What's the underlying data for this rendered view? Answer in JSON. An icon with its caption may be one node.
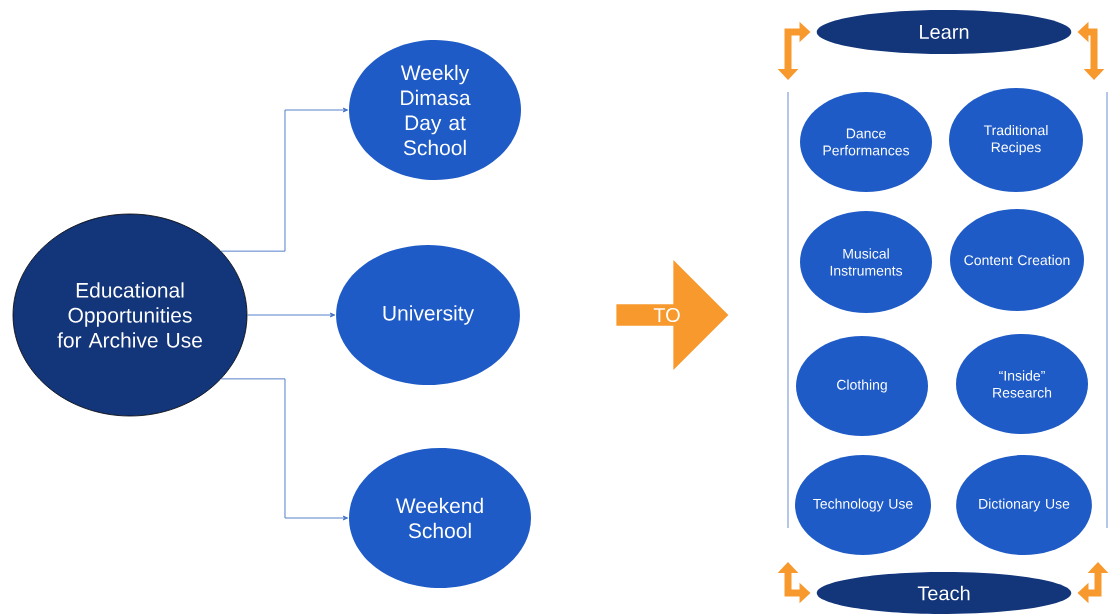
{
  "diagram": {
    "nodes": [
      {
        "text": [
          "Educational Opportunities for Archive Use"
        ]
      },
      {
        "text": [
          "Weekly Dimasa Day at School"
        ]
      },
      {
        "text": [
          "University"
        ]
      },
      {
        "text": [
          "Weekend School"
        ]
      },
      {
        "text": [
          "TO"
        ]
      },
      {
        "text": [
          "Learn"
        ]
      },
      {
        "text": [
          "Dance Performances"
        ]
      },
      {
        "text": [
          "Traditional Recipes"
        ]
      },
      {
        "text": [
          "Musical Instruments"
        ]
      },
      {
        "text": [
          "Content Creation"
        ]
      },
      {
        "text": [
          "Clothing"
        ]
      },
      {
        "text": [
          "“Inside” Research"
        ]
      },
      {
        "text": [
          "Technology Use"
        ]
      },
      {
        "text": [
          "Dictionary Use"
        ]
      },
      {
        "text": [
          "Teach"
        ]
      }
    ],
    "edges": [
      {
        "from": 0,
        "to": 1,
        "arrow": "to",
        "color": "#4472c4"
      },
      {
        "from": 0,
        "to": 2,
        "arrow": "to",
        "color": "#4472c4"
      },
      {
        "from": 0,
        "to": 3,
        "arrow": "to",
        "color": "#4472c4"
      },
      {
        "from": null,
        "to": 5,
        "arrow": "both",
        "color": "#f7992d"
      },
      {
        "from": null,
        "to": 5,
        "arrow": "both",
        "color": "#f7992d"
      },
      {
        "from": null,
        "to": 14,
        "arrow": "both",
        "color": "#f7992d"
      },
      {
        "from": null,
        "to": 14,
        "arrow": "both",
        "color": "#f7992d"
      }
    ]
  }
}
